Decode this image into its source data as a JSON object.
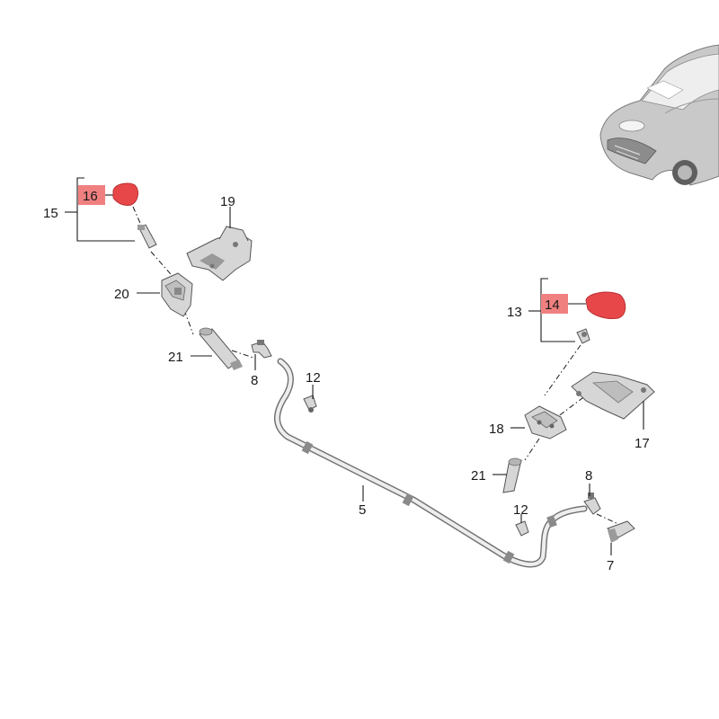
{
  "callouts": {
    "c16": "16",
    "c15": "15",
    "c19": "19",
    "c20": "20",
    "c21_left": "21",
    "c8_left": "8",
    "c12_upper": "12",
    "c14": "14",
    "c13": "13",
    "c18": "18",
    "c17": "17",
    "c21_right": "21",
    "c8_right": "8",
    "c12_lower": "12",
    "c5": "5",
    "c7": "7"
  },
  "colors": {
    "highlight": "#f08080",
    "cap_red": "#e8474a",
    "line": "#1a1a1a",
    "part_grey": "#d6d6d6"
  }
}
